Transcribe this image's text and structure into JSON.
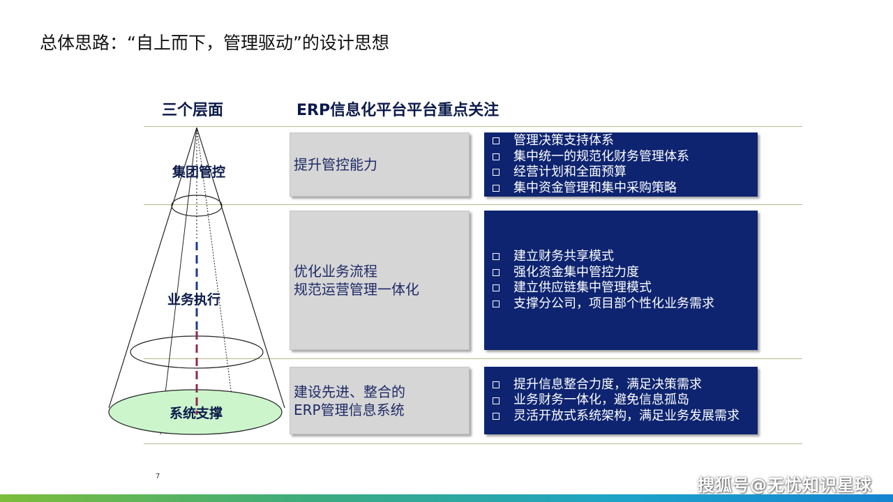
{
  "page": {
    "title": "总体思路：“自上而下，管理驱动”的设计思想",
    "page_number": "7",
    "watermark": "搜狐号@无忧知识星球"
  },
  "headers": {
    "layers": "三个层面",
    "focus": "ERP信息化平台平台重点关注"
  },
  "layers": [
    {
      "label": "集团管控",
      "capability": [
        "提升管控能力"
      ],
      "focus_items": [
        "管理决策支持体系",
        "集中统一的规范化财务管理体系",
        "经营计划和全面预算",
        "集中资金管理和集中采购策略"
      ]
    },
    {
      "label": "业务执行",
      "capability": [
        "优化业务流程",
        "规范运营管理一体化"
      ],
      "focus_items": [
        "建立财务共享模式",
        "强化资金集中管控力度",
        "建立供应链集中管理模式",
        "支撑分公司，项目部个性化业务需求"
      ]
    },
    {
      "label": "系统支撑",
      "capability": [
        "建设先进、整合的",
        "ERP管理信息系统"
      ],
      "focus_items": [
        "提升信息整合力度，满足决策需求",
        "业务财务一体化，避免信息孤岛",
        "灵活开放式系统架构，满足业务发展需求"
      ]
    }
  ],
  "colors": {
    "dark_blue": "#0e2470",
    "gray_box": "#d6d6d6",
    "cone_base_fill": "#ccf5cc",
    "dash_blue": "#1f3a8a",
    "dash_maroon": "#8b2a55"
  }
}
